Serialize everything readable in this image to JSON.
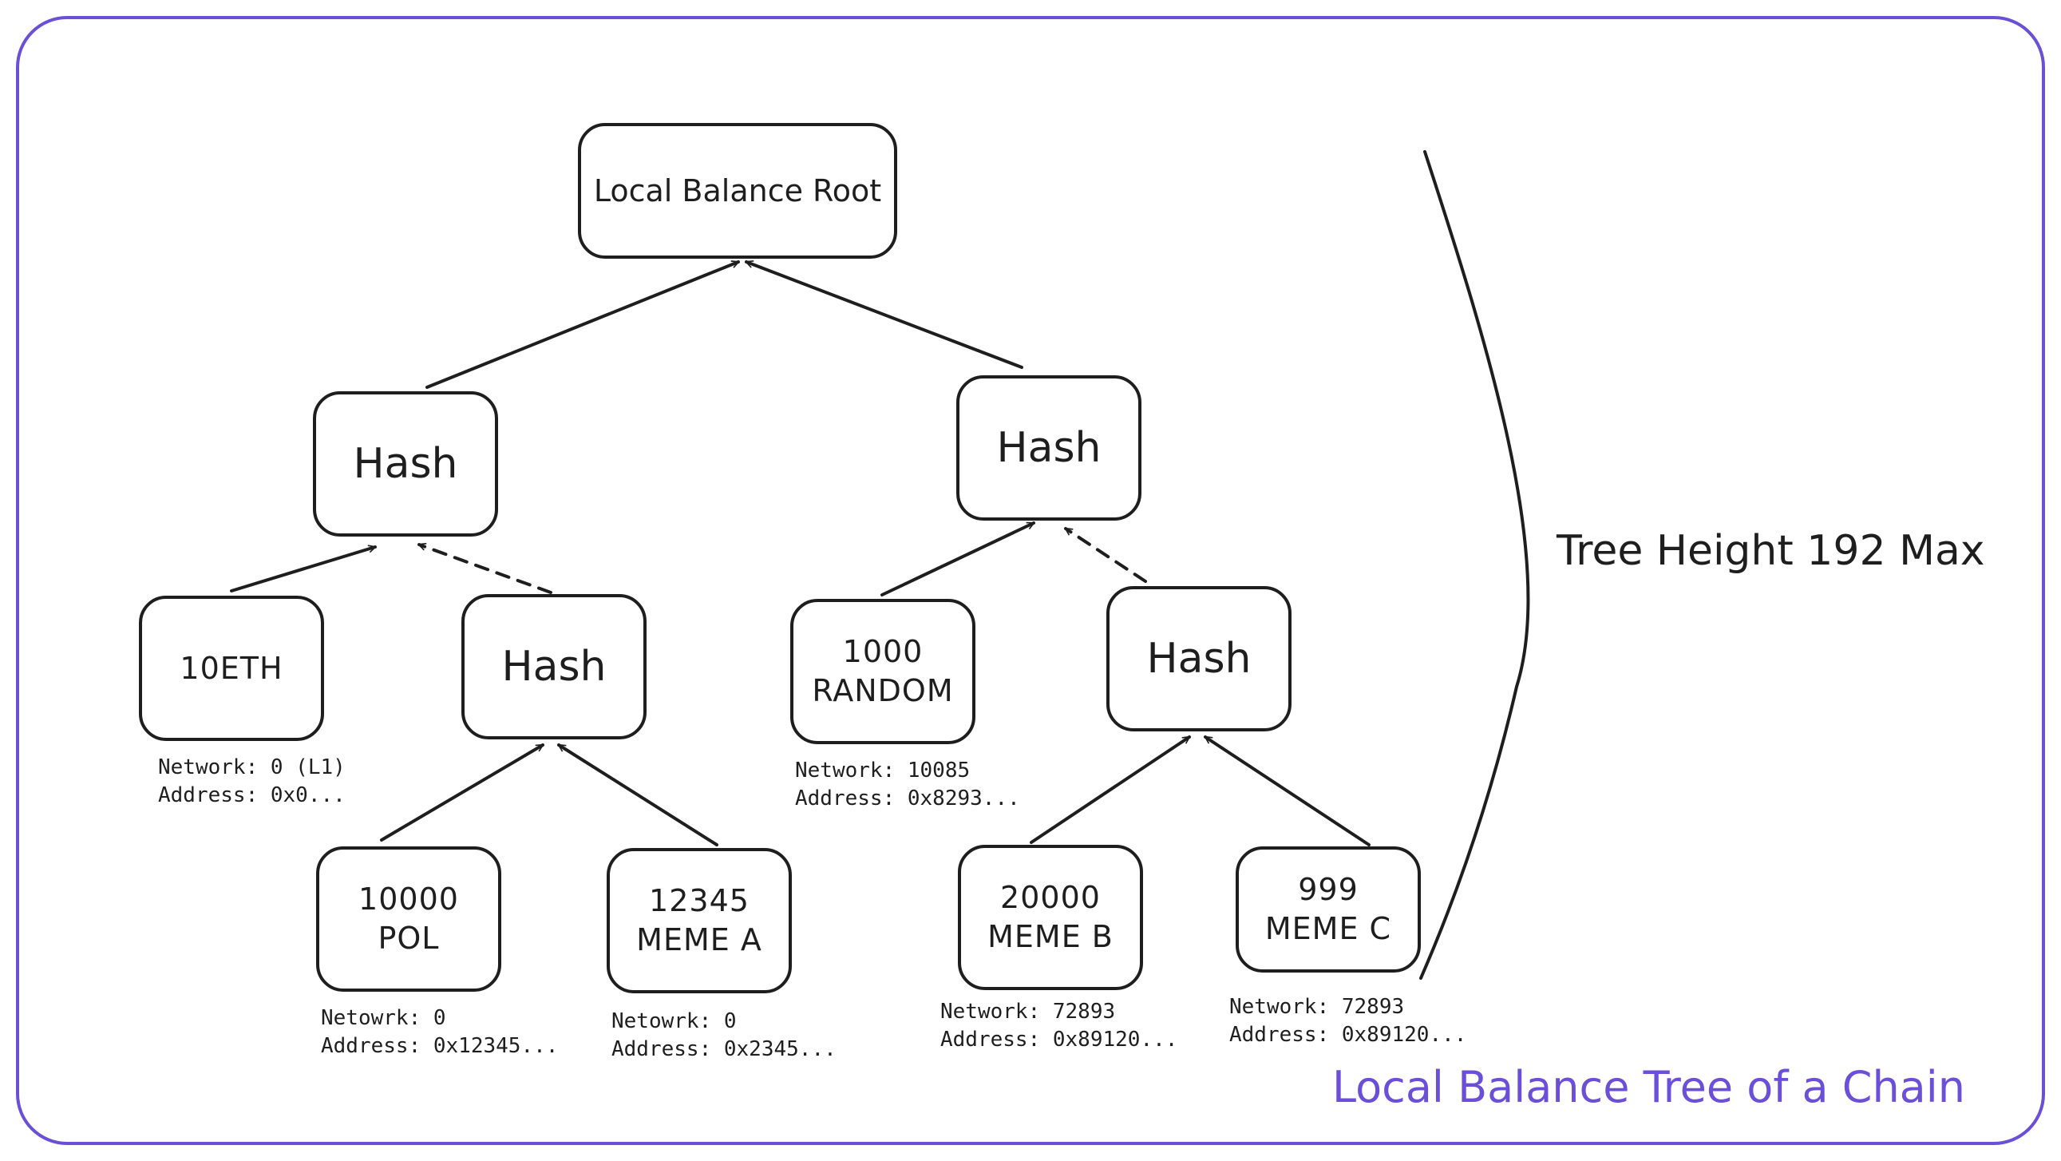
{
  "title": "Local Balance Tree of a Chain",
  "tree_height_label": "Tree Height 192 Max",
  "colors": {
    "accent": "#6b4fd8",
    "ink": "#1e1e1e"
  },
  "nodes": {
    "root": {
      "label": "Local Balance Root"
    },
    "hash_left": {
      "label": "Hash"
    },
    "hash_right": {
      "label": "Hash"
    },
    "hash_left_inner": {
      "label": "Hash"
    },
    "hash_right_inner": {
      "label": "Hash"
    },
    "leaf_10eth": {
      "label": "10ETH",
      "network": "Network: 0 (L1)",
      "address": "Address: 0x0..."
    },
    "leaf_1000_random": {
      "label": "1000\nRANDOM",
      "network": "Network: 10085",
      "address": "Address: 0x8293..."
    },
    "leaf_10000_pol": {
      "label": "10000\nPOL",
      "network": "Netowrk: 0",
      "address": "Address: 0x12345..."
    },
    "leaf_12345_meme_a": {
      "label": "12345\nMEME A",
      "network": "Netowrk: 0",
      "address": "Address: 0x2345..."
    },
    "leaf_20000_meme_b": {
      "label": "20000\nMEME B",
      "network": "Network: 72893",
      "address": "Address: 0x89120..."
    },
    "leaf_999_meme_c": {
      "label": "999\nMEME C",
      "network": "Network: 72893",
      "address": "Address: 0x89120..."
    }
  }
}
